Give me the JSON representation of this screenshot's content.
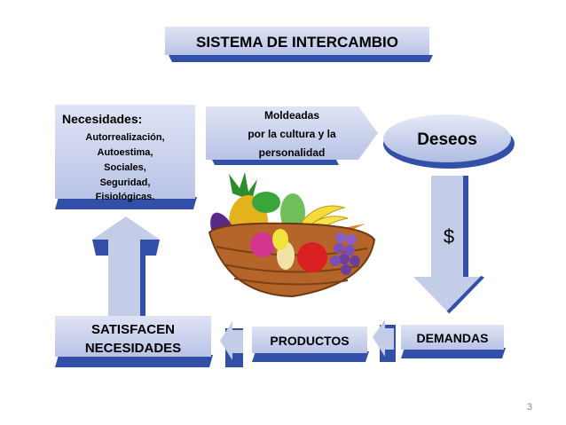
{
  "title": "SISTEMA DE INTERCAMBIO",
  "needs": {
    "heading": "Necesidades:",
    "items": [
      "Autorrealización,",
      "Autoestima,",
      "Sociales,",
      "Seguridad,",
      "Fisiológicas."
    ]
  },
  "shaped": {
    "lines": [
      "Moldeadas",
      "por la cultura y  la",
      "personalidad"
    ]
  },
  "desires": "Deseos",
  "money": "$",
  "satisfy": {
    "lines": [
      "SATISFACEN",
      "NECESIDADES"
    ]
  },
  "products": "PRODUCTOS",
  "demands": "DEMANDAS",
  "page_number": "3",
  "colors": {
    "box_fill": "#c9d1ec",
    "box_shadow": "#3350a8",
    "arrow_fill": "#c4cde8",
    "text": "#000000",
    "page_number": "#888888"
  }
}
